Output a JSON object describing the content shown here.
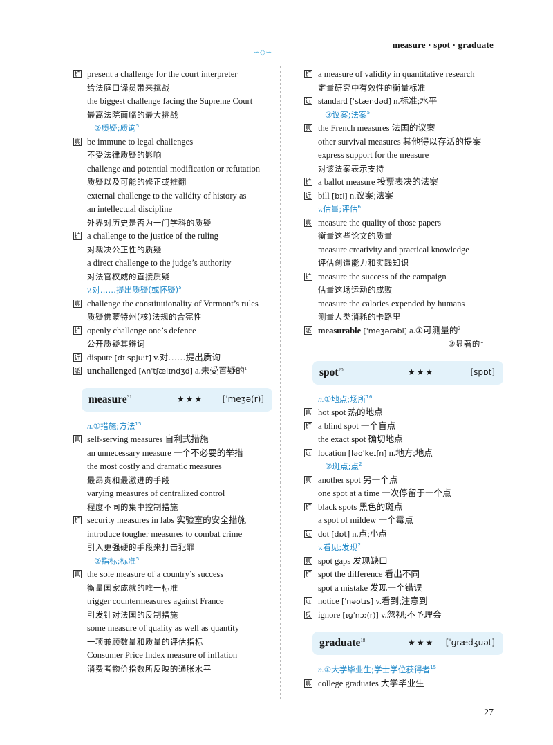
{
  "header": {
    "title": "measure · spot · graduate"
  },
  "page_number": "27",
  "left_column": [
    {
      "tag": "扩",
      "text": "present a challenge for the court interpreter",
      "kind": "en"
    },
    {
      "text": "给法庭口译员带来挑战",
      "kind": "zh"
    },
    {
      "text": "the biggest challenge facing the Supreme Court",
      "kind": "en"
    },
    {
      "text": "最高法院面临的最大挑战",
      "kind": "zh"
    },
    {
      "sense": "②质疑;质询",
      "sup": "5",
      "kind": "sense"
    },
    {
      "tag": "真",
      "text": "be immune to legal challenges",
      "kind": "en"
    },
    {
      "text": "不受法律质疑的影响",
      "kind": "zh"
    },
    {
      "text": "challenge and potential modification or refutation",
      "kind": "en"
    },
    {
      "text": "质疑以及可能的修正或推翻",
      "kind": "zh"
    },
    {
      "text": "external challenge to the validity of history as",
      "kind": "en"
    },
    {
      "text": "an intellectual discipline",
      "kind": "en"
    },
    {
      "text": "外界对历史是否为一门学科的质疑",
      "kind": "zh"
    },
    {
      "tag": "扩",
      "text": "a challenge to the justice of the ruling",
      "kind": "en"
    },
    {
      "text": "对裁决公正性的质疑",
      "kind": "zh"
    },
    {
      "text": "a direct challenge to the judge’s authority",
      "kind": "en"
    },
    {
      "text": "对法官权威的直接质疑",
      "kind": "zh"
    },
    {
      "pos": "v.",
      "sense": "对……提出质疑(或怀疑)",
      "sup": "5",
      "kind": "sense-main"
    },
    {
      "tag": "真",
      "text": "challenge the constitutionality of Vermont’s rules",
      "kind": "en"
    },
    {
      "text": "质疑佛蒙特州(核)法规的合宪性",
      "kind": "zh"
    },
    {
      "tag": "扩",
      "text": "openly challenge one’s defence",
      "kind": "en"
    },
    {
      "text": "公开质疑其辩词",
      "kind": "zh"
    },
    {
      "tag": "近",
      "text": "dispute",
      "phon": "[dɪˈspjuːt]",
      "rest": "v.对……提出质询",
      "kind": "en-phon"
    },
    {
      "tag": "派",
      "bold": "unchallenged",
      "phon": "[ʌnˈtʃælɪndʒd]",
      "rest": "a.未受置疑的",
      "sup": "1",
      "kind": "en-phon"
    },
    {
      "headword": "measure",
      "freq": "31",
      "stars": "★★★",
      "phonetic": "[ˈmeʒə(r)]",
      "kind": "headbox"
    },
    {
      "pos": "n.",
      "sense": "①措施;方法",
      "sup": "15",
      "kind": "sense-main"
    },
    {
      "tag": "真",
      "text": "self-serving measures 自利式措施",
      "kind": "en"
    },
    {
      "text": "an unnecessary measure 一个不必要的举措",
      "kind": "en"
    },
    {
      "text": "the most costly and dramatic measures",
      "kind": "en"
    },
    {
      "text": "最昂贵和最激进的手段",
      "kind": "zh"
    },
    {
      "text": "varying measures of centralized control",
      "kind": "en"
    },
    {
      "text": "程度不同的集中控制措施",
      "kind": "zh"
    },
    {
      "tag": "扩",
      "text": "security measures in labs 实验室的安全措施",
      "kind": "en"
    },
    {
      "text": "introduce tougher measures to combat crime",
      "kind": "en"
    },
    {
      "text": "引入更强硬的手段来打击犯罪",
      "kind": "zh"
    },
    {
      "sense": "②指标;标准",
      "sup": "5",
      "kind": "sense"
    },
    {
      "tag": "真",
      "text": "the sole measure of a country’s success",
      "kind": "en"
    },
    {
      "text": "衡量国家成就的唯一标准",
      "kind": "zh"
    },
    {
      "text": "trigger countermeasures against France",
      "kind": "en"
    },
    {
      "text": "引发针对法国的反制措施",
      "kind": "zh"
    },
    {
      "text": "some measure of quality as well as quantity",
      "kind": "en"
    },
    {
      "text": "一项兼顾数量和质量的评估指标",
      "kind": "zh"
    },
    {
      "text": "Consumer Price Index measure of inflation",
      "kind": "en"
    },
    {
      "text": "消费者物价指数所反映的通胀水平",
      "kind": "zh"
    }
  ],
  "right_column": [
    {
      "tag": "扩",
      "text": "a measure of validity in quantitative research",
      "kind": "en"
    },
    {
      "text": "定量研究中有效性的衡量标准",
      "kind": "zh"
    },
    {
      "tag": "近",
      "text": "standard",
      "phon": "[ˈstændəd]",
      "rest": "n.标准;水平",
      "kind": "en-phon"
    },
    {
      "sense": "③议案;法案",
      "sup": "5",
      "kind": "sense"
    },
    {
      "tag": "真",
      "text": "the French measures 法国的议案",
      "kind": "en"
    },
    {
      "text": "other survival measures 其他得以存活的提案",
      "kind": "en"
    },
    {
      "text": "express support for the measure",
      "kind": "en"
    },
    {
      "text": "对该法案表示支持",
      "kind": "zh"
    },
    {
      "tag": "扩",
      "text": "a ballot measure 投票表决的法案",
      "kind": "en"
    },
    {
      "tag": "近",
      "text": "bill",
      "phon": "[bɪl]",
      "rest": "n.议案;法案",
      "kind": "en-phon"
    },
    {
      "pos": "v.",
      "sense": "估量;评估",
      "sup": "6",
      "kind": "sense-main"
    },
    {
      "tag": "真",
      "text": "measure the quality of those papers",
      "kind": "en"
    },
    {
      "text": "衡量这些论文的质量",
      "kind": "zh"
    },
    {
      "text": "measure creativity and practical knowledge",
      "kind": "en"
    },
    {
      "text": "评估创造能力和实践知识",
      "kind": "zh"
    },
    {
      "tag": "扩",
      "text": "measure the success of the campaign",
      "kind": "en"
    },
    {
      "text": "估量这场运动的成败",
      "kind": "zh"
    },
    {
      "text": "measure the calories expended by humans",
      "kind": "en"
    },
    {
      "text": "测量人类消耗的卡路里",
      "kind": "zh"
    },
    {
      "tag": "派",
      "bold": "measurable",
      "phon": "[ˈmeʒərəbl]",
      "rest": "a.①可测量的",
      "sup": "2",
      "kind": "en-phon"
    },
    {
      "text": "②显著的",
      "sup": "1",
      "kind": "zh-right"
    },
    {
      "headword": "spot",
      "freq": "20",
      "stars": "★★★",
      "phonetic": "[spɒt]",
      "kind": "headbox"
    },
    {
      "pos": "n.",
      "sense": "①地点;场所",
      "sup": "16",
      "kind": "sense-main"
    },
    {
      "tag": "真",
      "text": "hot spot 热的地点",
      "kind": "en"
    },
    {
      "tag": "扩",
      "text": "a blind spot 一个盲点",
      "kind": "en"
    },
    {
      "text": "the exact spot 确切地点",
      "kind": "en"
    },
    {
      "tag": "近",
      "text": "location",
      "phon": "[ləʊˈkeɪʃn]",
      "rest": "n.地方;地点",
      "kind": "en-phon"
    },
    {
      "sense": "②斑点;点",
      "sup": "2",
      "kind": "sense"
    },
    {
      "tag": "真",
      "text": "another spot 另一个点",
      "kind": "en"
    },
    {
      "text": "one spot at a time 一次停留于一个点",
      "kind": "en"
    },
    {
      "tag": "扩",
      "text": "black spots 黑色的斑点",
      "kind": "en"
    },
    {
      "text": "a spot of mildew 一个霉点",
      "kind": "en"
    },
    {
      "tag": "近",
      "text": "dot",
      "phon": "[dɒt]",
      "rest": "n.点;小点",
      "kind": "en-phon"
    },
    {
      "pos": "v.",
      "sense": "看见;发现",
      "sup": "2",
      "kind": "sense-main"
    },
    {
      "tag": "真",
      "text": "spot gaps 发现缺口",
      "kind": "en"
    },
    {
      "tag": "扩",
      "text": "spot the difference 看出不同",
      "kind": "en"
    },
    {
      "text": "spot a mistake 发现一个错误",
      "kind": "en"
    },
    {
      "tag": "近",
      "text": "notice",
      "phon": "[ˈnəʊtɪs]",
      "rest": "v.看到;注意到",
      "kind": "en-phon"
    },
    {
      "tag": "反",
      "text": "ignore",
      "phon": "[ɪɡˈnɔː(r)]",
      "rest": "v.忽视;不予理会",
      "kind": "en-phon"
    },
    {
      "headword": "graduate",
      "freq": "18",
      "stars": "★★★",
      "phonetic": "[ˈɡrædʒuət]",
      "kind": "headbox"
    },
    {
      "pos": "n.",
      "sense": "①大学毕业生;学士学位获得者",
      "sup": "15",
      "kind": "sense-main"
    },
    {
      "tag": "真",
      "text": "college graduates 大学毕业生",
      "kind": "en"
    }
  ]
}
